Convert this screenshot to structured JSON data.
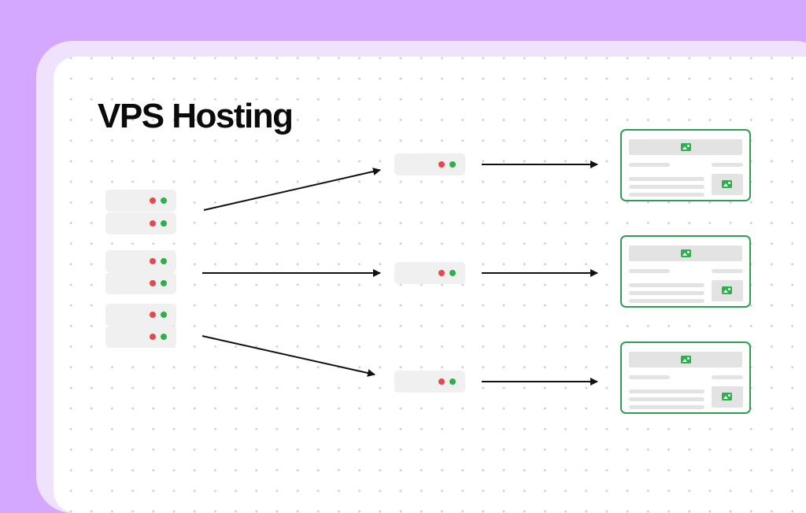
{
  "diagram": {
    "title": "VPS Hosting",
    "colors": {
      "background": "#d4a8ff",
      "card_frame": "#efe2ff",
      "card": "#ffffff",
      "led_red": "#e5484d",
      "led_green": "#2bb14b",
      "website_border": "#2e9e55",
      "placeholder": "#e3e3e3",
      "arrow": "#111111"
    },
    "nodes": {
      "physical_server_units": 6,
      "virtual_servers": 3,
      "websites": 3
    },
    "icons": {
      "led_indicators": "status-led",
      "website_images": "image-icon"
    }
  }
}
